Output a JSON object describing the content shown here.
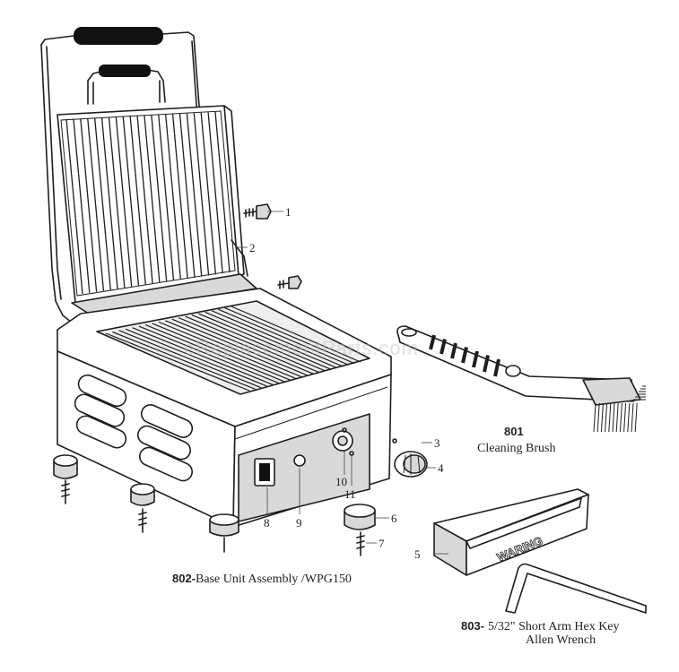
{
  "callouts": [
    "1",
    "2",
    "3",
    "4",
    "5",
    "6",
    "7",
    "8",
    "9",
    "10",
    "11"
  ],
  "captions": {
    "base_unit": {
      "code": "802-",
      "text": "Base Unit Assembly  /WPG150"
    },
    "brush": {
      "code": "801",
      "text": "Cleaning Brush"
    },
    "hex_key": {
      "code": "803-",
      "line1": "5/32\" Short Arm Hex Key",
      "line2": "Allen Wrench"
    }
  },
  "brand_label": "WARING",
  "watermark": "eReplacementParts.com"
}
